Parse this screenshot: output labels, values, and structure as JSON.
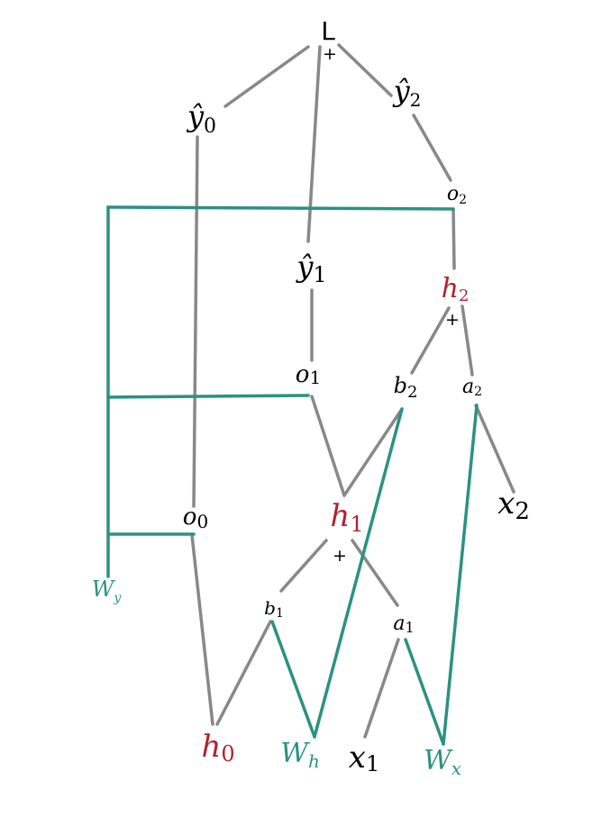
{
  "colors": {
    "node_default": "#000000",
    "node_hidden": "#b0222f",
    "node_weight": "#2a9282",
    "edge_gray": "#888888",
    "edge_teal": "#2a9282"
  },
  "nodes": {
    "L": {
      "main": "L",
      "sub": ""
    },
    "y0": {
      "main": "ŷ",
      "sub": "0"
    },
    "y1": {
      "main": "ŷ",
      "sub": "1"
    },
    "y2": {
      "main": "ŷ",
      "sub": "2"
    },
    "o0": {
      "main": "o",
      "sub": "0"
    },
    "o1": {
      "main": "o",
      "sub": "1"
    },
    "o2": {
      "main": "o",
      "sub": "2"
    },
    "h0": {
      "main": "h",
      "sub": "0"
    },
    "h1": {
      "main": "h",
      "sub": "1"
    },
    "h2": {
      "main": "h",
      "sub": "2"
    },
    "b1": {
      "main": "b",
      "sub": "1"
    },
    "b2": {
      "main": "b",
      "sub": "2"
    },
    "a1": {
      "main": "a",
      "sub": "1"
    },
    "a2": {
      "main": "a",
      "sub": "2"
    },
    "x1": {
      "main": "x",
      "sub": "1"
    },
    "x2": {
      "main": "x",
      "sub": "2"
    },
    "Wy": {
      "main": "W",
      "sub": "y"
    },
    "Wh": {
      "main": "W",
      "sub": "h"
    },
    "Wx": {
      "main": "W",
      "sub": "x"
    }
  },
  "sum_marks": {
    "L": "+",
    "h2": "+",
    "h1": "+"
  }
}
